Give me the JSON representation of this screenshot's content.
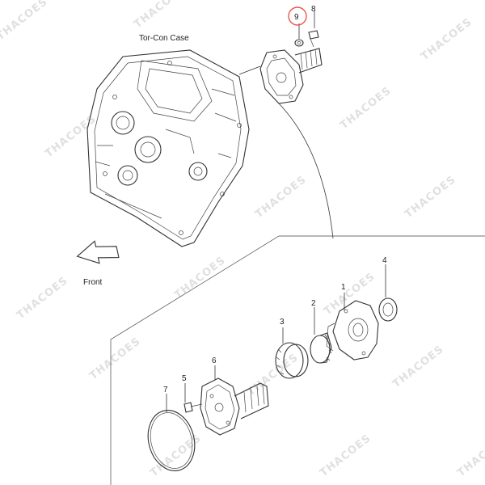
{
  "title": "Tor-Con Case",
  "front_label": "Front",
  "watermark": "THACOES",
  "highlight_color": "#e8584a",
  "callouts": [
    {
      "id": "1",
      "name": "pump-body"
    },
    {
      "id": "2",
      "name": "gear-outer"
    },
    {
      "id": "3",
      "name": "gear-inner"
    },
    {
      "id": "4",
      "name": "oil-seal"
    },
    {
      "id": "5",
      "name": "bolt"
    },
    {
      "id": "6",
      "name": "stator-shaft"
    },
    {
      "id": "7",
      "name": "o-ring"
    },
    {
      "id": "8",
      "name": "bolt-top"
    },
    {
      "id": "9",
      "name": "washer-highlighted"
    }
  ]
}
